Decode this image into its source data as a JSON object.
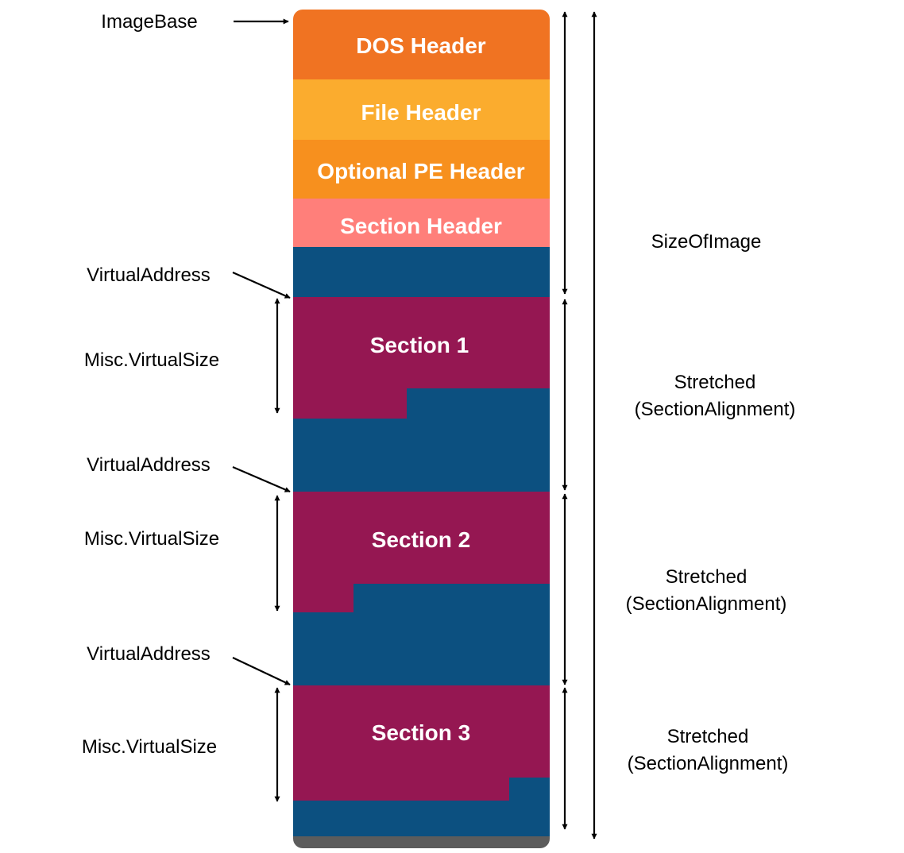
{
  "blocks": {
    "dos_header": "DOS Header",
    "file_header": "File Header",
    "optional_pe_header": "Optional PE Header",
    "section_header": "Section Header",
    "section_1": "Section 1",
    "section_2": "Section 2",
    "section_3": "Section 3"
  },
  "left_labels": {
    "image_base": "ImageBase",
    "virtual_address": "VirtualAddress",
    "misc_virtual_size": "Misc.VirtualSize"
  },
  "right_labels": {
    "size_of_image": "SizeOfImage",
    "stretched": "Stretched",
    "section_alignment": "(SectionAlignment)"
  },
  "colors": {
    "dos_header": "#F07322",
    "file_header": "#FBAC2E",
    "optional_pe_header": "#F7901E",
    "section_header": "#FF7F7A",
    "padding": "#0C5080",
    "section": "#951752",
    "bottom_edge": "#5C5C5C"
  }
}
